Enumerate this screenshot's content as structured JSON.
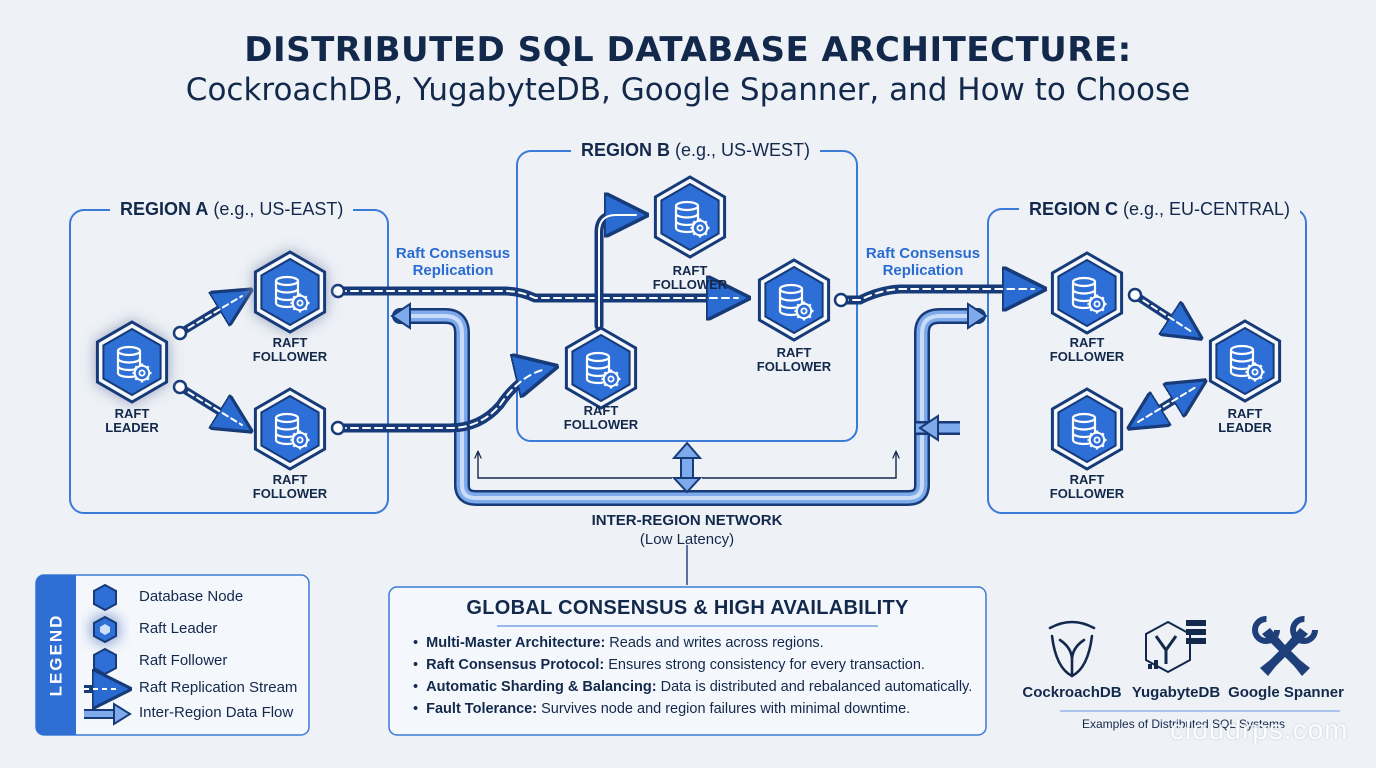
{
  "header": {
    "title": "DISTRIBUTED SQL DATABASE ARCHITECTURE:",
    "subtitle": "CockroachDB, YugabyteDB, Google Spanner, and How to Choose"
  },
  "regions": {
    "a": {
      "name": "REGION A",
      "detail": " (e.g., US-EAST)"
    },
    "b": {
      "name": "REGION B",
      "detail": " (e.g., US-WEST)"
    },
    "c": {
      "name": "REGION C",
      "detail": " (e.g., EU-CENTRAL)"
    }
  },
  "nodes": {
    "a_leader": {
      "line1": "RAFT",
      "line2": "LEADER"
    },
    "a_follower_top": {
      "line1": "RAFT",
      "line2": "FOLLOWER"
    },
    "a_follower_bottom": {
      "line1": "RAFT",
      "line2": "FOLLOWER"
    },
    "b_follower_top": {
      "line1": "RAFT",
      "line2": "FOLLOWER"
    },
    "b_follower_left": {
      "line1": "RAFT",
      "line2": "FOLLOWER"
    },
    "b_follower_right": {
      "line1": "RAFT",
      "line2": "FOLLOWER"
    },
    "c_follower_top": {
      "line1": "RAFT",
      "line2": "FOLLOWER"
    },
    "c_follower_bottom": {
      "line1": "RAFT",
      "line2": "FOLLOWER"
    },
    "c_leader": {
      "line1": "RAFT",
      "line2": "LEADER"
    }
  },
  "raft_captions": {
    "left": {
      "line1": "Raft Consensus",
      "line2": "Replication"
    },
    "right": {
      "line1": "Raft Consensus",
      "line2": "Replication"
    }
  },
  "network": {
    "title": "INTER-REGION NETWORK",
    "subtitle": "(Low Latency)"
  },
  "legend": {
    "label": "LEGEND",
    "items": [
      {
        "icon": "database-node-icon",
        "text": "Database Node"
      },
      {
        "icon": "raft-leader-icon",
        "text": "Raft Leader"
      },
      {
        "icon": "raft-follower-icon",
        "text": "Raft Follower"
      },
      {
        "icon": "replication-stream-arrow-icon",
        "text": "Raft Replication Stream"
      },
      {
        "icon": "data-flow-arrow-icon",
        "text": "Inter-Region Data Flow"
      }
    ]
  },
  "consensus": {
    "title": "GLOBAL CONSENSUS & HIGH AVAILABILITY",
    "bullets": [
      {
        "bold": "Multi-Master Architecture:",
        "text": " Reads and writes across regions."
      },
      {
        "bold": "Raft Consensus Protocol:",
        "text": " Ensures strong consistency for every transaction."
      },
      {
        "bold": "Automatic Sharding & Balancing:",
        "text": " Data is distributed and rebalanced automatically."
      },
      {
        "bold": "Fault Tolerance:",
        "text": " Survives node and region failures with minimal downtime."
      }
    ]
  },
  "systems": {
    "logos": [
      {
        "icon": "cockroachdb-logo-icon",
        "name": "CockroachDB"
      },
      {
        "icon": "yugabytedb-logo-icon",
        "name": "YugabyteDB"
      },
      {
        "icon": "google-spanner-logo-icon",
        "name": "Google Spanner"
      }
    ],
    "caption": "Examples of Distributed SQL Systems"
  },
  "watermark": "cloudrps.com",
  "colors": {
    "background": "#eef2f7",
    "primary_blue": "#2a6bd1",
    "node_dark": "#173a78",
    "node_fill": "#2d6fd6",
    "region_border": "#3b7ad6",
    "text_dark": "#13294b"
  }
}
